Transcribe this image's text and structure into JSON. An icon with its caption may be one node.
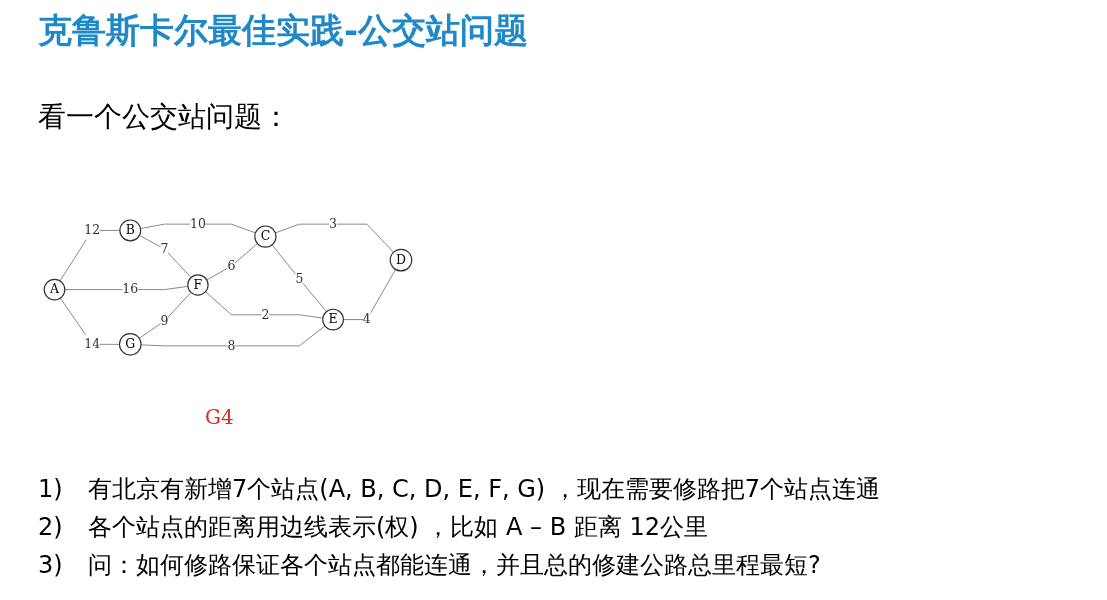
{
  "diagram": {
    "title": "克鲁斯卡尔最佳实践-公交站问题",
    "caption": "G4",
    "nodes": [
      {
        "text": [
          "A"
        ]
      },
      {
        "text": [
          "B"
        ]
      },
      {
        "text": [
          "C"
        ]
      },
      {
        "text": [
          "D"
        ]
      },
      {
        "text": [
          "E"
        ]
      },
      {
        "text": [
          "F"
        ]
      },
      {
        "text": [
          "G"
        ]
      }
    ],
    "edges": [
      {
        "from": 0,
        "to": 1,
        "arrow": "none",
        "label": "12"
      },
      {
        "from": 1,
        "to": 2,
        "arrow": "none",
        "label": "10"
      },
      {
        "from": 1,
        "to": 5,
        "arrow": "none",
        "label": "7"
      },
      {
        "from": 0,
        "to": 5,
        "arrow": "none",
        "label": "16"
      },
      {
        "from": 0,
        "to": 6,
        "arrow": "none",
        "label": "14"
      },
      {
        "from": 5,
        "to": 2,
        "arrow": "none",
        "label": "6"
      },
      {
        "from": 2,
        "to": 4,
        "arrow": "none",
        "label": "5"
      },
      {
        "from": 2,
        "to": 3,
        "arrow": "none",
        "label": "3"
      },
      {
        "from": 6,
        "to": 5,
        "arrow": "none",
        "label": "9"
      },
      {
        "from": 5,
        "to": 4,
        "arrow": "none",
        "label": "2"
      },
      {
        "from": 4,
        "to": 3,
        "arrow": "none",
        "label": "4"
      },
      {
        "from": 6,
        "to": 4,
        "arrow": "none",
        "label": "8"
      }
    ],
    "labels": [
      "看一个公交站问题：",
      "1)",
      "有北京有新增7个站点(A, B, C, D, E, F, G) ，现在需要修路把7个站点连通",
      "2)",
      "各个站点的距离用边线表示(权) ，比如 A – B 距离 12公里",
      "3)",
      "问：如何修路保证各个站点都能连通，并且总的修建公路总里程最短?"
    ]
  }
}
